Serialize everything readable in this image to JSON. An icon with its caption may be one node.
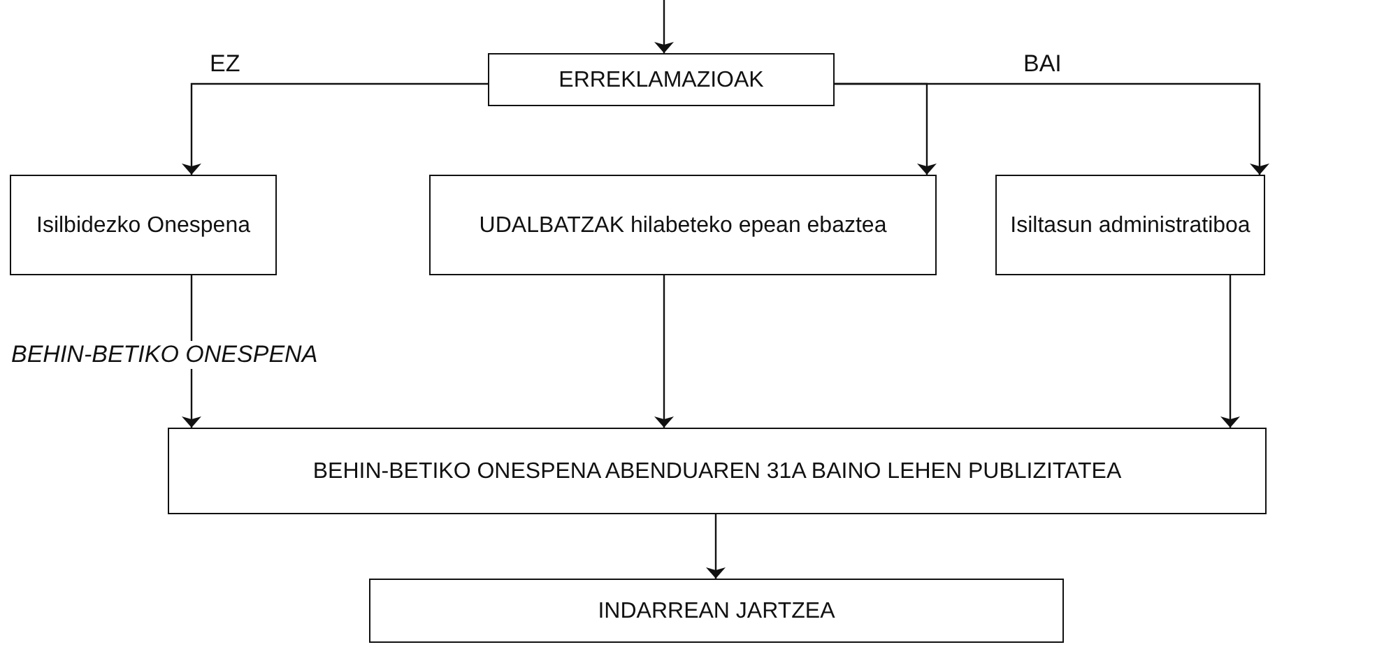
{
  "diagram": {
    "nodes": [
      {
        "text": [
          "ERREKLAMAZIOAK"
        ]
      },
      {
        "text": [
          "Isilbidezko Onespena"
        ]
      },
      {
        "text": [
          "UDALBATZAK hilabeteko epean ebaztea"
        ]
      },
      {
        "text": [
          "Isiltasun administratiboa"
        ]
      },
      {
        "text": [
          "BEHIN-BETIKO ONESPENA ABENDUAREN 31A BAINO LEHEN PUBLIZITATEA"
        ]
      },
      {
        "text": [
          "INDARREAN JARTZEA"
        ]
      }
    ],
    "edges": [
      {
        "from": null,
        "to": 0,
        "arrow": "to"
      },
      {
        "from": 0,
        "to": 1,
        "arrow": "to",
        "label": "EZ"
      },
      {
        "from": 0,
        "to": 2,
        "arrow": "to"
      },
      {
        "from": 0,
        "to": 3,
        "arrow": "to",
        "label": "BAI"
      },
      {
        "from": 1,
        "to": 4,
        "arrow": "to",
        "label": "BEHIN-BETIKO ONESPENA"
      },
      {
        "from": 2,
        "to": 4,
        "arrow": "to"
      },
      {
        "from": 3,
        "to": 4,
        "arrow": "to"
      },
      {
        "from": 4,
        "to": 5,
        "arrow": "to"
      }
    ]
  }
}
